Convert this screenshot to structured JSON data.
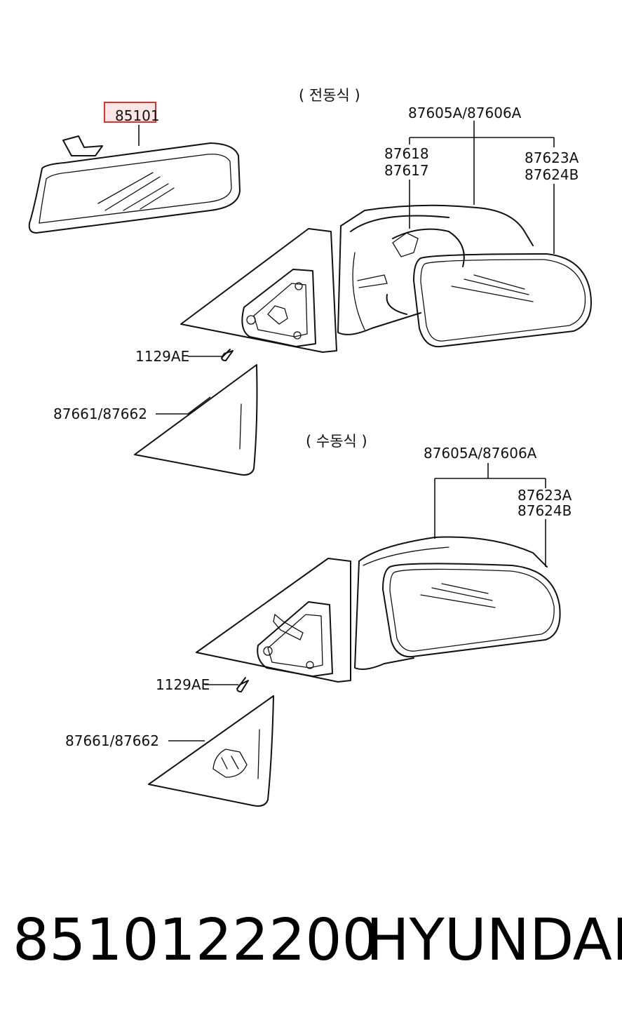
{
  "sections": {
    "power": "( 전동식 )",
    "manual": "( 수동식 )"
  },
  "labels": {
    "inside_mirror": "85101",
    "power_mirror_assy": "87605A/87606A",
    "power_actuator_a": "87618",
    "power_actuator_b": "87617",
    "power_glass_a": "87623A",
    "power_glass_b": "87624B",
    "power_screw": "1129AE",
    "power_garnish": "87661/87662",
    "manual_mirror_assy": "87605A/87606A",
    "manual_glass_a": "87623A",
    "manual_glass_b": "87624B",
    "manual_screw": "1129AE",
    "manual_garnish": "87661/87662"
  },
  "highlight": {
    "label": "85101",
    "color": "#e03030"
  },
  "footer": {
    "part_number": "8510122200",
    "brand": "HYUNDAI"
  }
}
